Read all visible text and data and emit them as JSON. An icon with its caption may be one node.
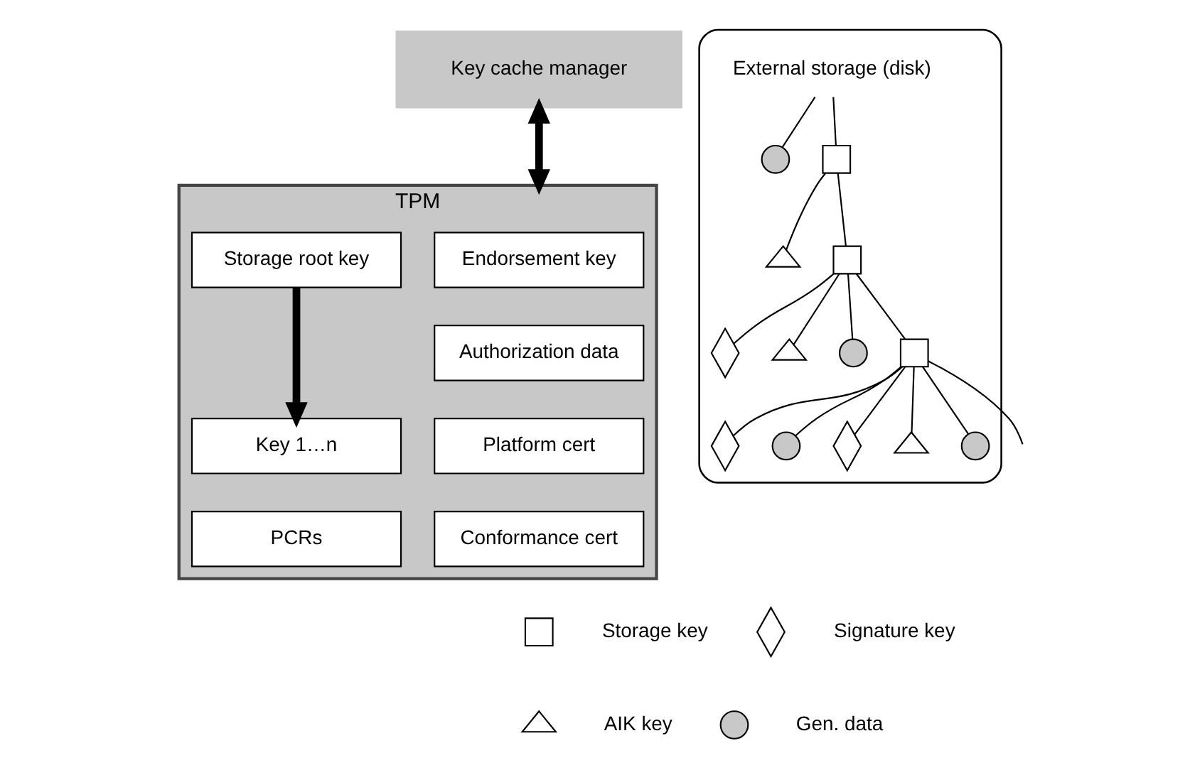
{
  "diagram": {
    "nodes": [
      {
        "text": [
          "TPM"
        ]
      },
      {
        "text": [
          "Endorsement key"
        ],
        "in": 0
      },
      {
        "text": [
          "Storage root key"
        ],
        "in": 0
      },
      {
        "text": [
          "Authorization data"
        ],
        "in": 0
      },
      {
        "text": [
          "Platform cert"
        ],
        "in": 0
      },
      {
        "text": [
          "Key 1…n"
        ],
        "in": 0
      },
      {
        "text": [
          "Conformance cert"
        ],
        "in": 0
      },
      {
        "text": [
          "PCRs"
        ],
        "in": 0
      },
      {
        "text": [
          "Key cache manager"
        ]
      },
      {
        "text": [],
        "shape": "cylinder"
      },
      {
        "text": [
          "External storage (disk)"
        ],
        "in": 9
      },
      {
        "text": [],
        "shape": "circle",
        "in": 9
      },
      {
        "text": [],
        "shape": "triangle",
        "in": 9
      },
      {
        "text": [],
        "shape": "box",
        "in": 9
      },
      {
        "text": [],
        "shape": "diamond",
        "in": 9
      },
      {
        "text": [],
        "shape": "triangle",
        "in": 9
      },
      {
        "text": [],
        "shape": "circle",
        "in": 9
      },
      {
        "text": [],
        "shape": "box",
        "in": 9
      },
      {
        "text": [],
        "shape": "diamond",
        "in": 9
      },
      {
        "text": [],
        "shape": "circle",
        "in": 9
      },
      {
        "text": [],
        "shape": "diamond",
        "in": 9
      },
      {
        "text": [],
        "shape": "triangle",
        "in": 9
      },
      {
        "text": [],
        "shape": "circle",
        "in": 9
      },
      {
        "text": [],
        "shape": "box",
        "in": 9
      },
      {
        "text": [],
        "shape": "box"
      },
      {
        "text": [],
        "shape": "diamond"
      },
      {
        "text": [],
        "shape": "triangle"
      },
      {
        "text": [],
        "shape": "circle"
      }
    ],
    "edges": [
      {
        "from": 2,
        "to": 5,
        "arrow": "to",
        "style": "thick"
      },
      {
        "from": 8,
        "to": 0,
        "arrow": "both",
        "style": "thick"
      },
      {
        "from": 10,
        "to": 11,
        "arrow": "none"
      },
      {
        "from": 10,
        "to": 13,
        "arrow": "none"
      },
      {
        "from": 13,
        "to": 12,
        "arrow": "none"
      },
      {
        "from": 13,
        "to": 17,
        "arrow": "none"
      },
      {
        "from": 17,
        "to": 14,
        "arrow": "none"
      },
      {
        "from": 17,
        "to": 15,
        "arrow": "none"
      },
      {
        "from": 17,
        "to": 16,
        "arrow": "none"
      },
      {
        "from": 17,
        "to": 23,
        "arrow": "none"
      },
      {
        "from": 23,
        "to": 18,
        "arrow": "none"
      },
      {
        "from": 23,
        "to": 19,
        "arrow": "none"
      },
      {
        "from": 23,
        "to": 20,
        "arrow": "none"
      },
      {
        "from": 23,
        "to": 21,
        "arrow": "none"
      },
      {
        "from": 23,
        "to": 22,
        "arrow": "none"
      },
      {
        "from": 23,
        "to": null,
        "arrow": "none"
      }
    ],
    "legend": [
      {
        "text": "Storage key"
      },
      {
        "text": "Signature key"
      },
      {
        "text": "AIK key"
      },
      {
        "text": "Gen. data"
      }
    ]
  }
}
